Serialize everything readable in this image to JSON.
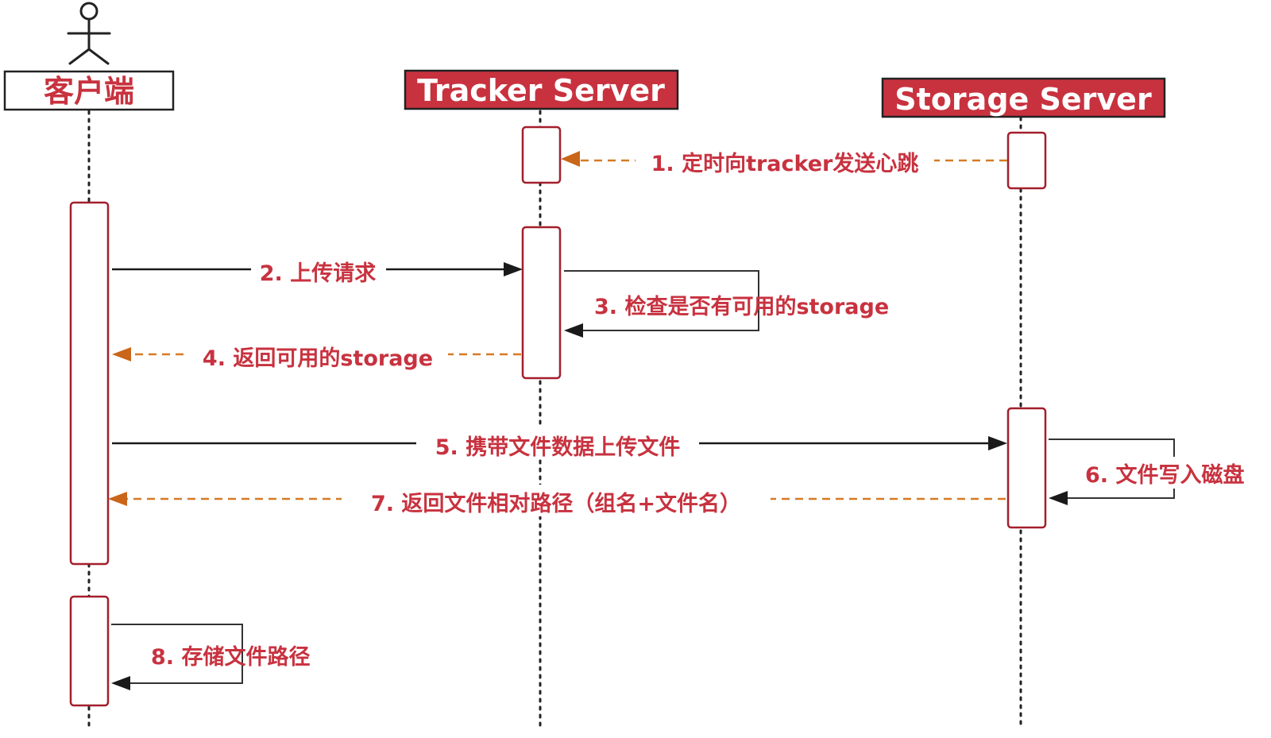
{
  "participants": {
    "client": {
      "label": "客户端"
    },
    "tracker": {
      "label": "Tracker Server"
    },
    "storage": {
      "label": "Storage Server"
    }
  },
  "messages": [
    {
      "id": "m1",
      "text": "1. 定时向tracker发送心跳",
      "from": "storage",
      "to": "tracker",
      "style": "dashed"
    },
    {
      "id": "m2",
      "text": "2. 上传请求",
      "from": "client",
      "to": "tracker",
      "style": "solid"
    },
    {
      "id": "m3",
      "text": "3. 检查是否有可用的storage",
      "from": "tracker",
      "to": "tracker",
      "style": "self"
    },
    {
      "id": "m4",
      "text": "4. 返回可用的storage",
      "from": "tracker",
      "to": "client",
      "style": "dashed"
    },
    {
      "id": "m5",
      "text": "5. 携带文件数据上传文件",
      "from": "client",
      "to": "storage",
      "style": "solid"
    },
    {
      "id": "m6",
      "text": "6. 文件写入磁盘",
      "from": "storage",
      "to": "storage",
      "style": "self"
    },
    {
      "id": "m7",
      "text": "7. 返回文件相对路径（组名+文件名）",
      "from": "storage",
      "to": "client",
      "style": "dashed"
    },
    {
      "id": "m8",
      "text": "8. 存储文件路径",
      "from": "client",
      "to": "client",
      "style": "self"
    }
  ],
  "colors": {
    "label": "#c8323f",
    "header_fill": "#c8323f",
    "activation_border": "#a31f2b",
    "dashed_arrow": "#d67a24",
    "solid_arrow": "#1a1a1a"
  }
}
